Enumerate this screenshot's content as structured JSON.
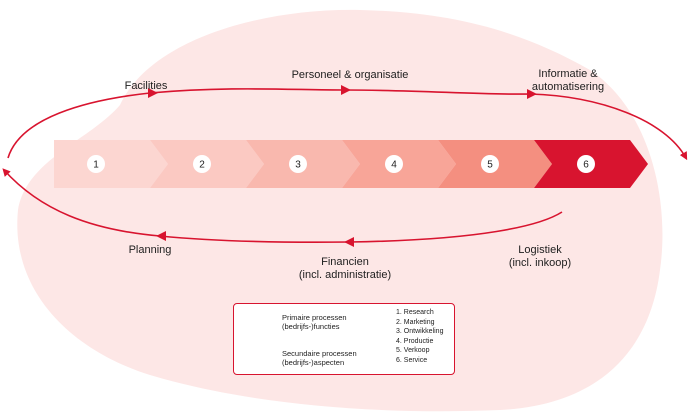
{
  "colors": {
    "background_blob": "#fde7e6",
    "primary": "#d8142f",
    "steps": [
      "#fcd6d1",
      "#fbc9c2",
      "#f9b8ae",
      "#f8a598",
      "#f48f80",
      "#d8142f"
    ]
  },
  "steps": [
    "1",
    "2",
    "3",
    "4",
    "5",
    "6"
  ],
  "labels": {
    "facilities": "Facilities",
    "personeel": "Personeel & organisatie",
    "informatie_1": "Informatie &",
    "informatie_2": "automatisering",
    "planning": "Planning",
    "financien_1": "Financien",
    "financien_2": "(incl. administratie)",
    "logistiek_1": "Logistiek",
    "logistiek_2": "(incl. inkoop)"
  },
  "legend": {
    "primary_1": "Primaire processen",
    "primary_2": "(bedrijfs-)functies",
    "secondary_1": "Secundaire processen",
    "secondary_2": "(bedrijfs-)aspecten",
    "items": [
      "1. Research",
      "2. Marketing",
      "3. Ontwikkeling",
      "4. Productie",
      "5. Verkoop",
      "6. Service"
    ]
  }
}
